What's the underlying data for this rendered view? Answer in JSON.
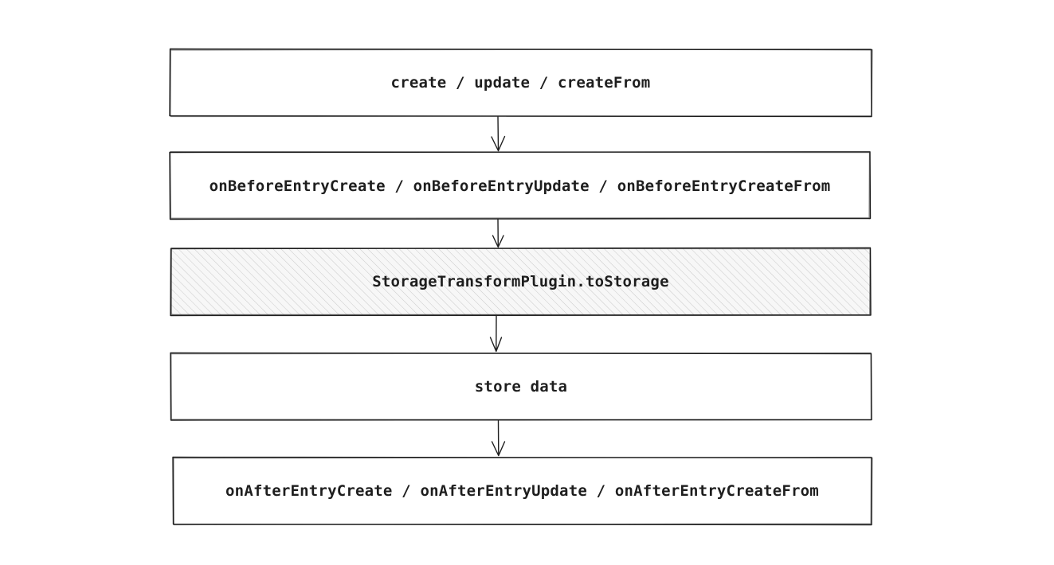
{
  "diagram": {
    "steps": [
      {
        "label": "create / update / createFrom",
        "highlighted": false
      },
      {
        "label": "onBeforeEntryCreate / onBeforeEntryUpdate / onBeforeEntryCreateFrom",
        "highlighted": false
      },
      {
        "label": "StorageTransformPlugin.toStorage",
        "highlighted": true
      },
      {
        "label": "store data",
        "highlighted": false
      },
      {
        "label": "onAfterEntryCreate / onAfterEntryUpdate / onAfterEntryCreateFrom",
        "highlighted": false
      }
    ],
    "colors": {
      "stroke": "#1e1e1e",
      "text": "#1e1e1e",
      "hatch": "#c9c9c9",
      "highlight_fill": "#f7f7f7",
      "background": "#ffffff"
    }
  }
}
